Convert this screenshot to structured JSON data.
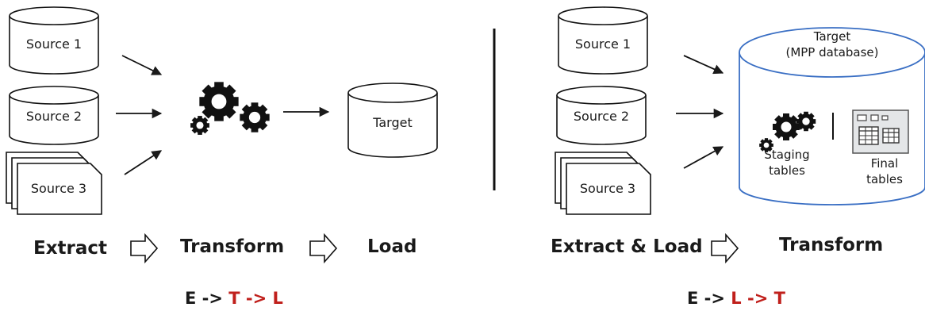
{
  "left": {
    "sources": [
      "Source 1",
      "Source 2",
      "Source 3"
    ],
    "target_label": "Target",
    "phases": {
      "extract": "Extract",
      "transform": "Transform",
      "load": "Load"
    },
    "formula": {
      "e": "E ->",
      "first": "T ->",
      "second": "L"
    }
  },
  "right": {
    "sources": [
      "Source 1",
      "Source 2",
      "Source 3"
    ],
    "target_title_line1": "Target",
    "target_title_line2": "(MPP database)",
    "staging_line1": "Staging",
    "staging_line2": "tables",
    "final_line1": "Final",
    "final_line2": "tables",
    "phases": {
      "extract_load": "Extract & Load",
      "transform": "Transform"
    },
    "formula": {
      "e": "E ->",
      "first": "L ->",
      "second": "T"
    }
  },
  "colors": {
    "accent_red": "#c0201c",
    "target_outline": "#3a6fc4",
    "ink": "#1a1a1a"
  },
  "icons": [
    "gears-icon",
    "hollow-arrow-icon",
    "cylinder-icon",
    "document-stack-icon",
    "table-grid-icon"
  ]
}
